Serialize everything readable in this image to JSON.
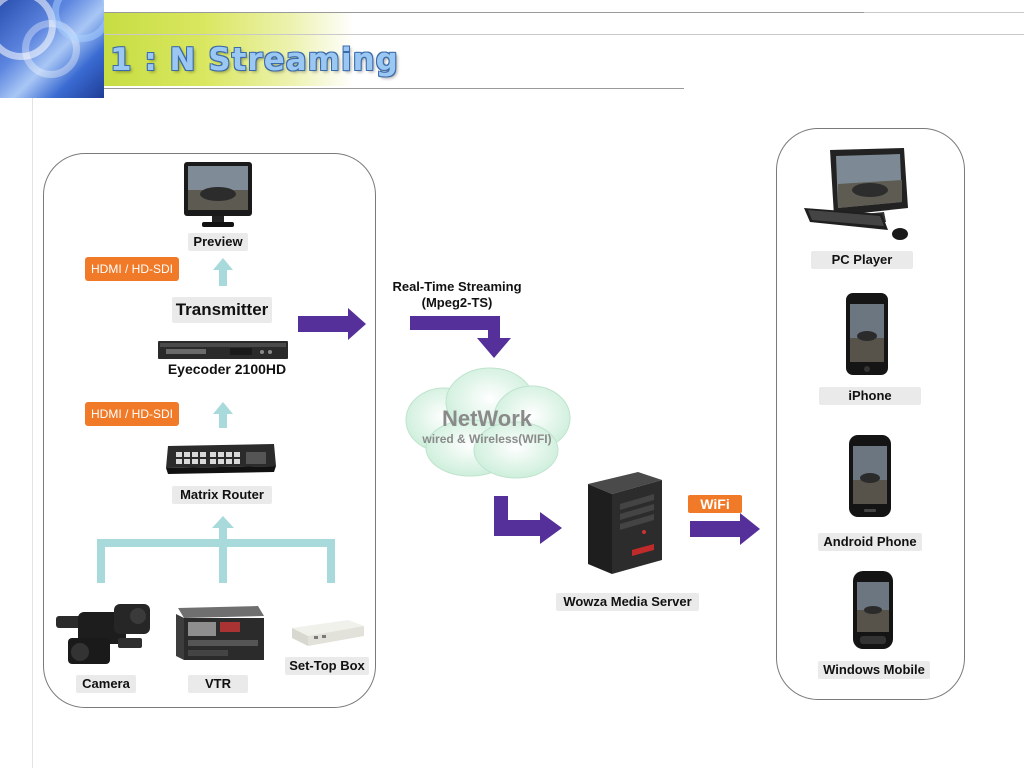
{
  "slide": {
    "title": "1 : N Streaming"
  },
  "source_panel": {
    "preview": "Preview",
    "hdmi_top": "HDMI / HD-SDI",
    "transmitter": "Transmitter",
    "encoder": "Eyecoder 2100HD",
    "hdmi_bottom": "HDMI / HD-SDI",
    "router": "Matrix Router",
    "camera": "Camera",
    "vtr": "VTR",
    "settop": "Set-Top Box"
  },
  "streaming": {
    "line1": "Real-Time Streaming",
    "line2": "(Mpeg2-TS)"
  },
  "network": {
    "title": "NetWork",
    "subtitle": "wired & Wireless(WIFI)"
  },
  "server": {
    "label": "Wowza Media Server"
  },
  "wifi": {
    "label": "WiFi"
  },
  "clients": {
    "pc": "PC Player",
    "iphone": "iPhone",
    "android": "Android Phone",
    "winmobile": "Windows Mobile"
  },
  "colors": {
    "arrow": "#55309a",
    "connector": "#a8dadc",
    "badge": "#f07a28",
    "title": "#9bc8f3"
  }
}
